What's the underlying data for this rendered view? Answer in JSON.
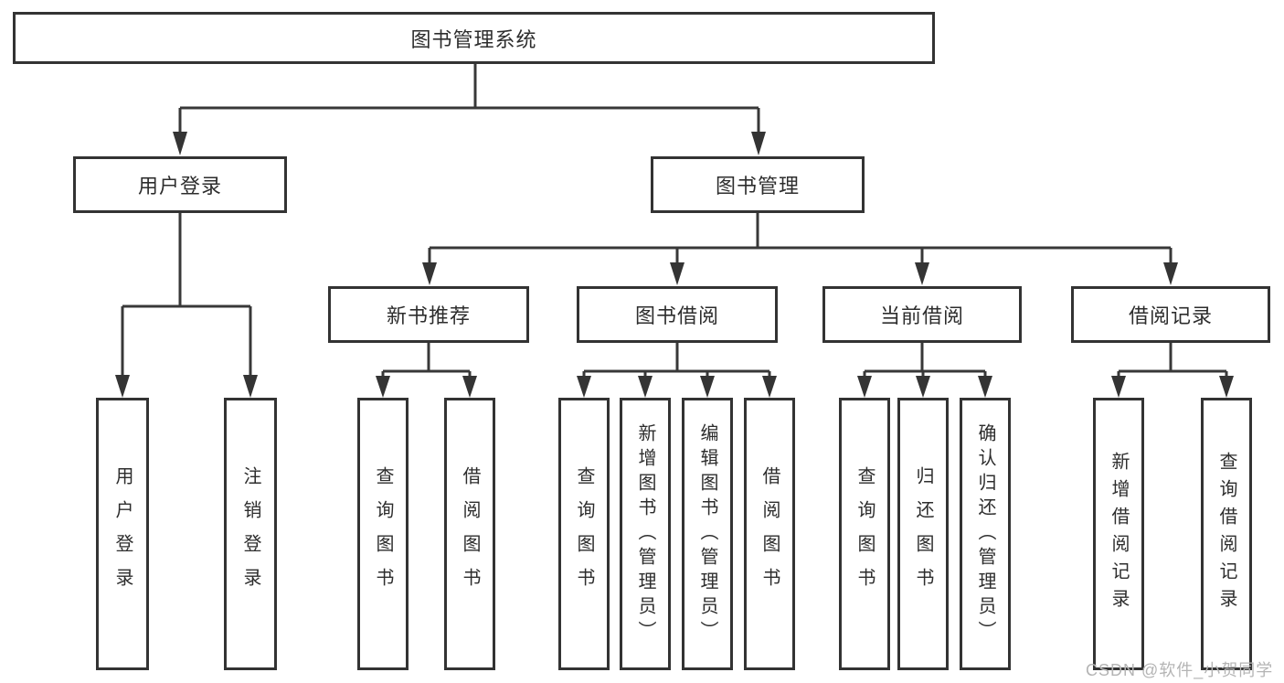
{
  "tree": {
    "label": "图书管理系统",
    "children": [
      {
        "label": "用户登录",
        "children": [
          {
            "label": "用户登录"
          },
          {
            "label": "注销登录"
          }
        ]
      },
      {
        "label": "图书管理",
        "children": [
          {
            "label": "新书推荐",
            "children": [
              {
                "label": "查询图书"
              },
              {
                "label": "借阅图书"
              }
            ]
          },
          {
            "label": "图书借阅",
            "children": [
              {
                "label": "查询图书"
              },
              {
                "label": "新增图书（管理员）"
              },
              {
                "label": "编辑图书（管理员）"
              },
              {
                "label": "借阅图书"
              }
            ]
          },
          {
            "label": "当前借阅",
            "children": [
              {
                "label": "查询图书"
              },
              {
                "label": "归还图书"
              },
              {
                "label": "确认归还（管理员）"
              }
            ]
          },
          {
            "label": "借阅记录",
            "children": [
              {
                "label": "新增借阅记录"
              },
              {
                "label": "查询借阅记录"
              }
            ]
          }
        ]
      }
    ]
  },
  "watermark": {
    "text": "CSDN @软件_小贺同学"
  },
  "colors": {
    "line": "#383838",
    "border": "#333333",
    "text": "#2d2d2d",
    "background": "#ffffff",
    "watermark": "#b4b4b4"
  }
}
